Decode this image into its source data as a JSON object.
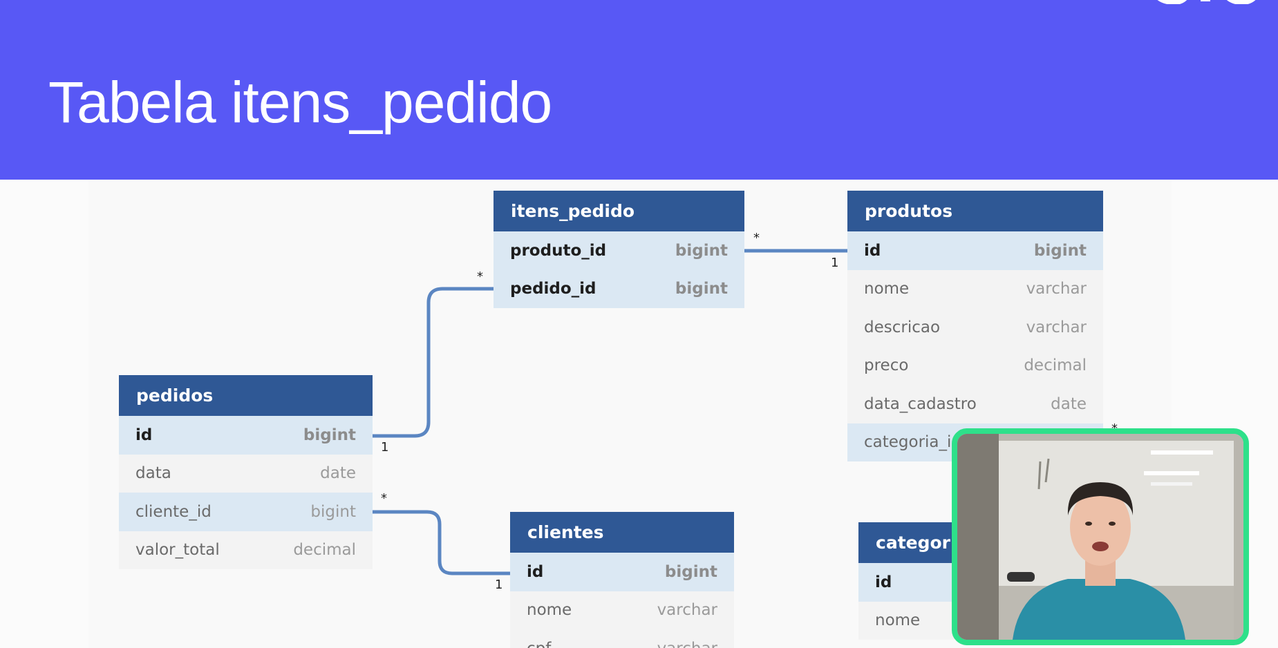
{
  "slide": {
    "title": "Tabela itens_pedido"
  },
  "colors": {
    "header_bg": "#5858f5",
    "table_header": "#2f5895",
    "key_row": "#dbe8f3",
    "connector": "#5b86c2",
    "video_border": "#2ee08a"
  },
  "tables": {
    "itens_pedido": {
      "name": "itens_pedido",
      "columns": [
        {
          "name": "produto_id",
          "type": "bigint"
        },
        {
          "name": "pedido_id",
          "type": "bigint"
        }
      ]
    },
    "produtos": {
      "name": "produtos",
      "columns": [
        {
          "name": "id",
          "type": "bigint"
        },
        {
          "name": "nome",
          "type": "varchar"
        },
        {
          "name": "descricao",
          "type": "varchar"
        },
        {
          "name": "preco",
          "type": "decimal"
        },
        {
          "name": "data_cadastro",
          "type": "date"
        },
        {
          "name": "categoria_id",
          "type": ""
        }
      ]
    },
    "pedidos": {
      "name": "pedidos",
      "columns": [
        {
          "name": "id",
          "type": "bigint"
        },
        {
          "name": "data",
          "type": "date"
        },
        {
          "name": "cliente_id",
          "type": "bigint"
        },
        {
          "name": "valor_total",
          "type": "decimal"
        }
      ]
    },
    "clientes": {
      "name": "clientes",
      "columns": [
        {
          "name": "id",
          "type": "bigint"
        },
        {
          "name": "nome",
          "type": "varchar"
        },
        {
          "name": "cpf",
          "type": "varchar"
        }
      ]
    },
    "categorias": {
      "name": "categoria",
      "columns": [
        {
          "name": "id",
          "type": ""
        },
        {
          "name": "nome",
          "type": ""
        }
      ]
    }
  },
  "relationships": {
    "itens_produtos": {
      "many": "*",
      "one": "1"
    },
    "itens_pedidos": {
      "many": "*",
      "one": "1"
    },
    "pedidos_clientes": {
      "many": "*",
      "one": "1"
    },
    "produtos_categoria": {
      "many": "*"
    }
  },
  "icons": {
    "presenter_video": "presenter-video-feed"
  }
}
